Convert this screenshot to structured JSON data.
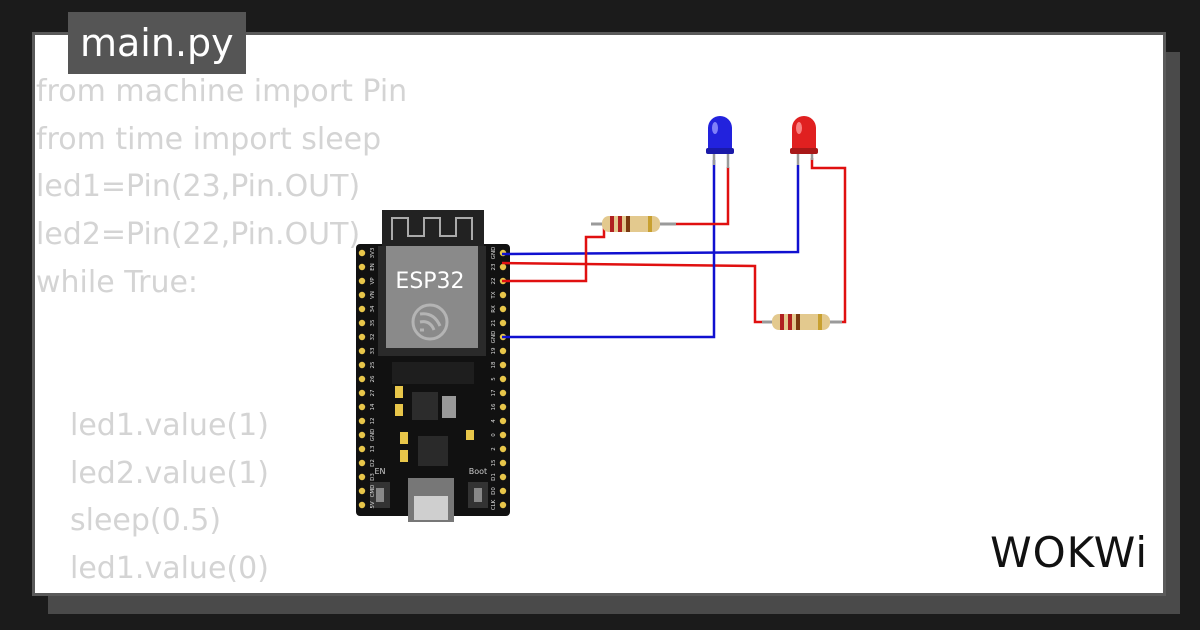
{
  "file_tab": {
    "label": "main.py"
  },
  "code_lines": [
    {
      "text": "from machine import Pin",
      "indent": false
    },
    {
      "text": "from time import sleep",
      "indent": false
    },
    {
      "text": "led1=Pin(23,Pin.OUT)",
      "indent": false
    },
    {
      "text": "led2=Pin(22,Pin.OUT)",
      "indent": false
    },
    {
      "text": "while True:",
      "indent": false
    },
    {
      "text": "",
      "indent": false
    },
    {
      "text": "",
      "indent": false
    },
    {
      "text": "led1.value(1)",
      "indent": true
    },
    {
      "text": "led2.value(1)",
      "indent": true
    },
    {
      "text": "sleep(0.5)",
      "indent": true
    },
    {
      "text": "led1.value(0)",
      "indent": true
    }
  ],
  "board": {
    "chip_label": "ESP32",
    "en_label": "EN",
    "boot_label": "Boot",
    "left_pins": [
      "3V3",
      "EN",
      "VP",
      "VN",
      "34",
      "35",
      "32",
      "33",
      "25",
      "26",
      "27",
      "14",
      "12",
      "GND",
      "13",
      "D2",
      "D3",
      "CMD",
      "5V"
    ],
    "right_pins": [
      "GND",
      "23",
      "22",
      "TX",
      "RX",
      "21",
      "GND",
      "19",
      "18",
      "5",
      "17",
      "16",
      "4",
      "0",
      "2",
      "15",
      "D1",
      "D0",
      "CLK"
    ]
  },
  "components": {
    "led_blue_color": "#2222dd",
    "led_red_color": "#e02020",
    "wire_blue": "#1010d0",
    "wire_red": "#e01010"
  },
  "logo": {
    "text": "WOKWi"
  }
}
